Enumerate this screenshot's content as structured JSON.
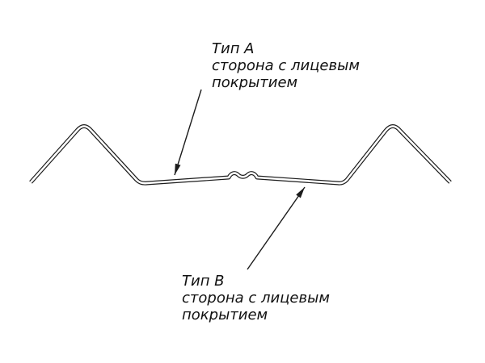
{
  "page": {
    "background": "#ffffff",
    "line_color": "#1c1c1c"
  },
  "labels": {
    "type_a": {
      "title": "Тип А",
      "desc_line1": "сторона с лицевым",
      "desc_line2": "покрытием"
    },
    "type_b": {
      "title": "Тип В",
      "desc_line1": "сторона с лицевым",
      "desc_line2": "покрытием"
    }
  }
}
